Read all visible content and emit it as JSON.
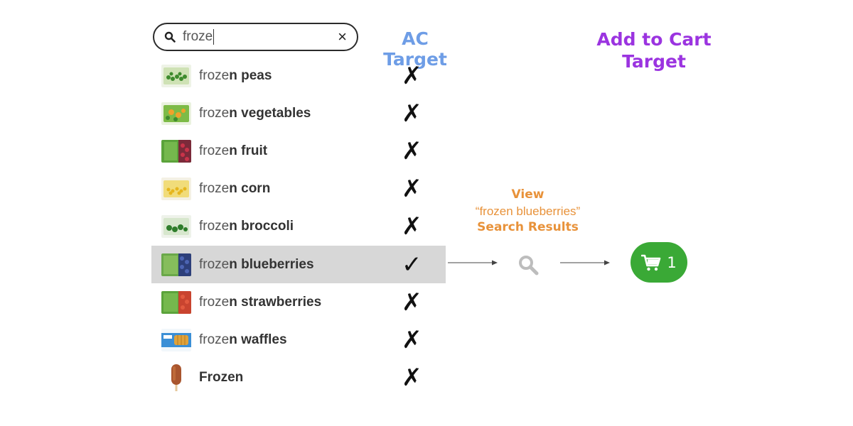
{
  "search": {
    "value": "froze",
    "clear_icon": "×"
  },
  "titles": {
    "ac_target": "AC Target",
    "add_to_cart_target": "Add to Cart Target"
  },
  "colors": {
    "ac_target": "#6e9de6",
    "add_to_cart_target": "#9b34e0",
    "view_text": "#e8923a",
    "cart_green": "#3aa936",
    "selected_row": "#d7d7d7"
  },
  "suggestions": [
    {
      "prefix": "froze",
      "suffix": "n peas",
      "mark": "✗",
      "thumb": "peas-bag"
    },
    {
      "prefix": "froze",
      "suffix": "n vegetables",
      "mark": "✗",
      "thumb": "vegetables-bag"
    },
    {
      "prefix": "froze",
      "suffix": "n fruit",
      "mark": "✗",
      "thumb": "fruit-bag"
    },
    {
      "prefix": "froze",
      "suffix": "n corn",
      "mark": "✗",
      "thumb": "corn-bag"
    },
    {
      "prefix": "froze",
      "suffix": "n broccoli",
      "mark": "✗",
      "thumb": "broccoli-bag"
    },
    {
      "prefix": "froze",
      "suffix": "n blueberries",
      "mark": "✓",
      "thumb": "blueberries-bag",
      "selected": true
    },
    {
      "prefix": "froze",
      "suffix": "n strawberries",
      "mark": "✗",
      "thumb": "strawberries-bag"
    },
    {
      "prefix": "froze",
      "suffix": "n waffles",
      "mark": "✗",
      "thumb": "waffles-box"
    },
    {
      "prefix": "",
      "suffix": "Frozen",
      "mark": "✗",
      "thumb": "popsicle"
    }
  ],
  "view": {
    "line1": "View",
    "line2": "“frozen blueberries”",
    "line3": "Search Results"
  },
  "cart": {
    "count": "1",
    "icon": "cart-icon"
  }
}
